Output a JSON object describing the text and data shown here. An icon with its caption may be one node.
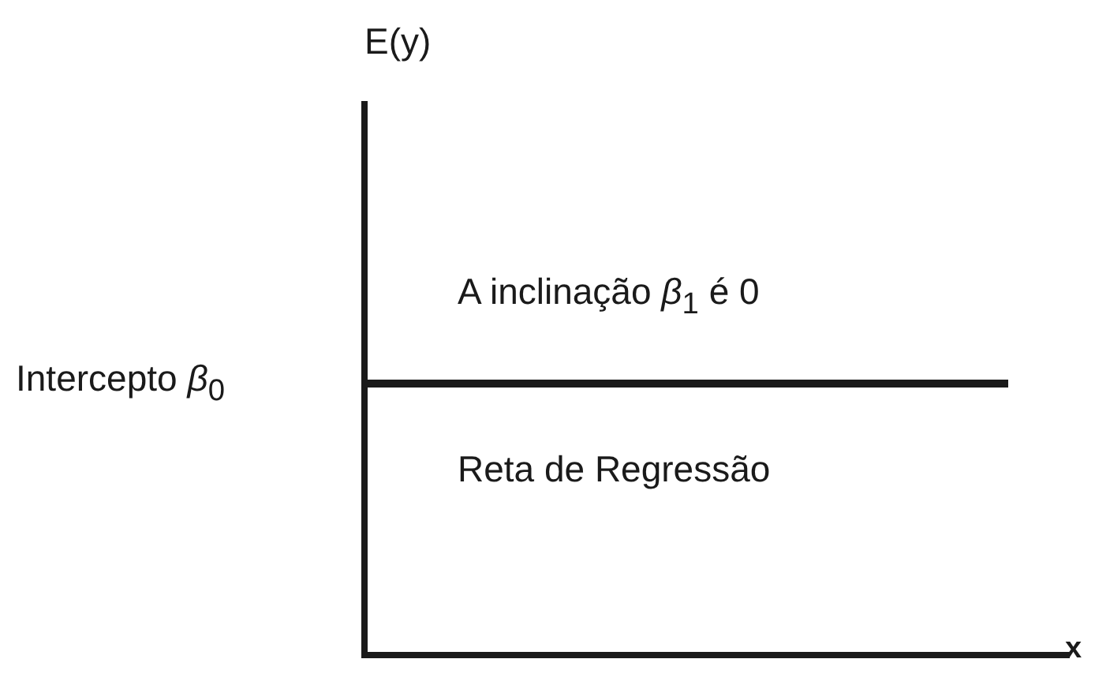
{
  "diagram": {
    "labels": [
      "E(y)",
      "A inclinação *β*$_{1}$ é 0",
      "Intercepto *β*$_{0}$",
      "Reta de Regressão",
      "x"
    ]
  }
}
